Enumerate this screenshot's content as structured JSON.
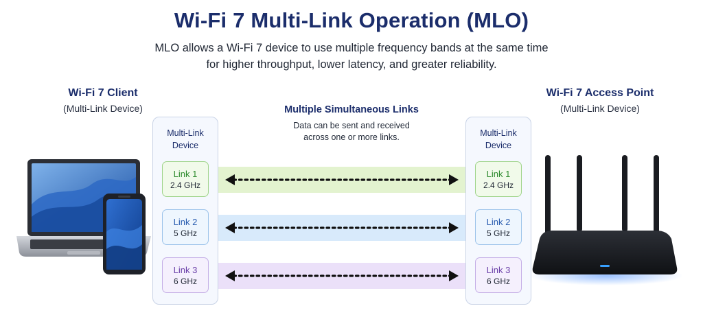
{
  "title": "Wi-Fi 7 Multi-Link Operation (MLO)",
  "subtitle_line1": "MLO allows a Wi-Fi 7 device to use multiple frequency bands at the same time",
  "subtitle_line2": "for higher throughput, lower latency, and greater reliability.",
  "client": {
    "title": "Wi-Fi 7 Client",
    "subtitle": "(Multi-Link Device)",
    "panel_line1": "Multi-Link",
    "panel_line2": "Device"
  },
  "access_point": {
    "title": "Wi-Fi 7 Access Point",
    "subtitle": "(Multi-Link Device)",
    "panel_line1": "Multi-Link",
    "panel_line2": "Device"
  },
  "middle": {
    "title": "Multiple Simultaneous Links",
    "desc_line1": "Data can be sent and received",
    "desc_line2": "across one or more links."
  },
  "links": [
    {
      "name": "Link 1",
      "freq": "2.4 GHz",
      "text_color": "#2e8b2e",
      "border_color": "#9fd48a",
      "box_bg": "#f1faea",
      "band_color": "#e3f3cf"
    },
    {
      "name": "Link 2",
      "freq": "5 GHz",
      "text_color": "#2a5db0",
      "border_color": "#9cc3ea",
      "box_bg": "#eef6fe",
      "band_color": "#d8eafb"
    },
    {
      "name": "Link 3",
      "freq": "6 GHz",
      "text_color": "#6a3fa8",
      "border_color": "#c4aee6",
      "box_bg": "#f5f0fd",
      "band_color": "#ebe0f9"
    }
  ],
  "icons": {
    "client_devices": "laptop-and-phone-icon",
    "access_point": "router-icon",
    "arrow": "double-headed-dotted-arrow-icon"
  }
}
